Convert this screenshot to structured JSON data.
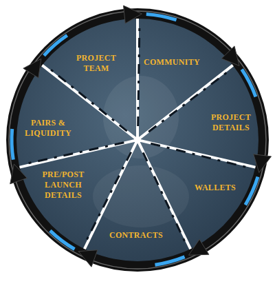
{
  "diagram": {
    "nodes": [
      {
        "text": [
          "PROJECT TEAM"
        ]
      },
      {
        "text": [
          "COMMUNITY"
        ]
      },
      {
        "text": [
          "PROJECT DETAILS"
        ]
      },
      {
        "text": [
          "WALLETS"
        ]
      },
      {
        "text": [
          "CONTRACTS"
        ]
      },
      {
        "text": [
          "PRE/POST LAUNCH DETAILS"
        ]
      },
      {
        "text": [
          "PAIRS & LIQUIDITY"
        ]
      }
    ]
  }
}
